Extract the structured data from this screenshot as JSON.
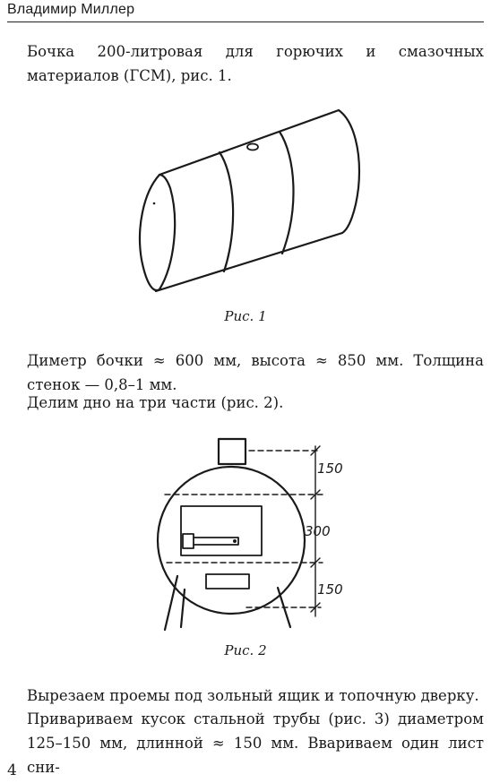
{
  "header": {
    "author": "Владимир Миллер"
  },
  "paragraphs": {
    "p1": "Бочка 200-литровая для горючих и смазочных материалов (ГСМ), рис. 1.",
    "p2": "Диметр бочки ≈ 600 мм, высота ≈ 850 мм. Толщина стенок — 0,8–1 мм.",
    "p3": "Делим дно на три части (рис. 2).",
    "p4": "Вырезаем проемы под зольный ящик и топочную дверку.",
    "p5": "Привариваем кусок стальной трубы (рис. 3) диаметром 125–150 мм, длинной ≈ 150 мм. Ввариваем один лист сни-"
  },
  "figures": {
    "fig1": {
      "caption": "Рис. 1"
    },
    "fig2": {
      "caption": "Рис. 2",
      "dim_top": "150",
      "dim_middle": "300",
      "dim_bottom": "150"
    }
  },
  "page": {
    "number": "4"
  }
}
